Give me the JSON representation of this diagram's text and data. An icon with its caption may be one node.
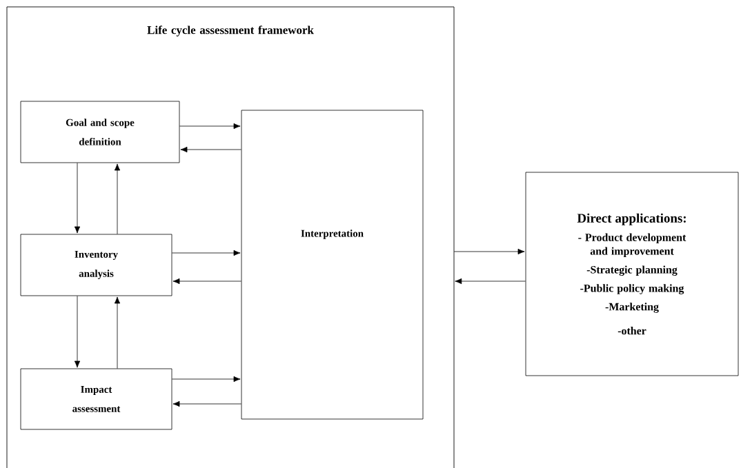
{
  "diagram": {
    "nodes": [
      {
        "text": [
          "Life cycle assessment framework"
        ]
      },
      {
        "text": [
          "Goal and scope definition"
        ],
        "in": 0
      },
      {
        "text": [
          "Inventory analysis"
        ],
        "in": 0
      },
      {
        "text": [
          "Impact assessment"
        ],
        "in": 0
      },
      {
        "text": [
          "Interpretation"
        ],
        "in": 0
      },
      {
        "text": [
          "Direct applications:",
          "- Product development and improvement",
          "-Strategic planning",
          "-Public policy making",
          "-Marketing",
          "-other"
        ]
      }
    ],
    "edges": [
      {
        "from": 1,
        "to": 4,
        "arrow": "to"
      },
      {
        "from": 4,
        "to": 1,
        "arrow": "to"
      },
      {
        "from": 1,
        "to": 2,
        "arrow": "to"
      },
      {
        "from": 2,
        "to": 1,
        "arrow": "to"
      },
      {
        "from": 2,
        "to": 4,
        "arrow": "to"
      },
      {
        "from": 4,
        "to": 2,
        "arrow": "to"
      },
      {
        "from": 2,
        "to": 3,
        "arrow": "to"
      },
      {
        "from": 3,
        "to": 2,
        "arrow": "to"
      },
      {
        "from": 3,
        "to": 4,
        "arrow": "to"
      },
      {
        "from": 4,
        "to": 3,
        "arrow": "to"
      },
      {
        "from": 0,
        "to": 5,
        "arrow": "to"
      },
      {
        "from": 5,
        "to": 0,
        "arrow": "to"
      }
    ]
  }
}
